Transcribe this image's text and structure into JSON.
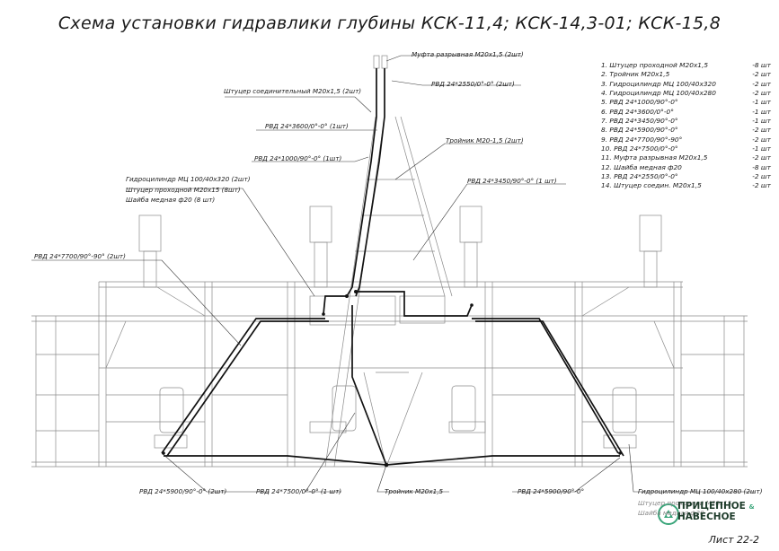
{
  "title": "Схема установки гидравлики глубины КСК-11,4; КСК-14,3-01; КСК-15,8",
  "legend": [
    {
      "item": "1. Штуцер проходной М20х1,5",
      "qty": "-8 шт"
    },
    {
      "item": "2. Тройник М20х1,5",
      "qty": "-2 шт"
    },
    {
      "item": "3. Гидроцилиндр МЦ 100/40х320",
      "qty": "-2 шт"
    },
    {
      "item": "4. Гидроцилиндр МЦ 100/40х280",
      "qty": "-2 шт"
    },
    {
      "item": "5. РВД 24*1000/90°-0°",
      "qty": "-1 шт"
    },
    {
      "item": "6. РВД 24*3600/0°-0°",
      "qty": "-1 шт"
    },
    {
      "item": "7. РВД 24*3450/90°-0°",
      "qty": "-1 шт"
    },
    {
      "item": "8. РВД 24*5900/90°-0°",
      "qty": "-2 шт"
    },
    {
      "item": "9. РВД 24*7700/90°-90°",
      "qty": "-2 шт"
    },
    {
      "item": "10. РВД 24*7500/0°-0°",
      "qty": "-1 шт"
    },
    {
      "item": "11. Муфта разрывная М20х1,5",
      "qty": "-2 шт"
    },
    {
      "item": "12. Шайба медная ф20",
      "qty": "-8 шт"
    },
    {
      "item": "13. РВД 24*2550/0°-0°",
      "qty": "-2 шт"
    },
    {
      "item": "14. Штуцер соедин. М20х1,5",
      "qty": "-2 шт"
    }
  ],
  "labels": {
    "coupling": "Муфта разрывная М20х1,5 (2шт)",
    "hose_2550": "РВД 24*2550/0°-0° (2шт)",
    "fitting_connect": "Штуцер соединительный М20х1,5 (2шт)",
    "hose_3600": "РВД 24*3600/0°-0° (1шт)",
    "tee_top": "Тройник М20-1,5  (2шт)",
    "hose_1000": "РВД 24*1000/90°-0° (1шт)",
    "hose_3450": "РВД 24*3450/90°-0° (1 шт)",
    "cyl_320": "Гидроцилиндр МЦ 100/40х320 (2шт)",
    "fitting_pass": "Штуцер проходной М20х15  (8шт)",
    "washer": "Шайба медная ф20 (8 шт)",
    "hose_7700": "РВД 24*7700/90°-90° (2шт)",
    "hose_5900_left": "РВД 24*5900/90°-0° (2шт)",
    "hose_7500": "РВД 24*7500/0°-0° (1 шт)",
    "tee_bottom": "Тройник М20х1,5",
    "hose_5900_right": "РВД 24*5900/90°-0°",
    "cyl_280": "Гидроцилиндр МЦ 100/40х280 (2шт)",
    "fitting_bottom_1": "Штуцер проходной М20х15",
    "fitting_bottom_2": "Шайба медная ф20"
  },
  "brand": {
    "line1": "ПРИЦЕПНОЕ",
    "amp": "&",
    "line2": "НАВЕСНОЕ"
  },
  "sheet": "Лист 22-2"
}
